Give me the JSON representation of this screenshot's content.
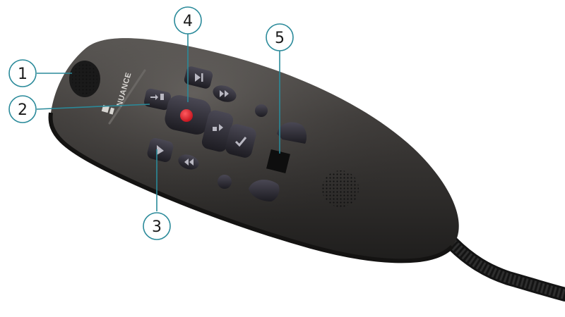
{
  "brand": {
    "name": "NUANCE"
  },
  "colors": {
    "body": "#3a3836",
    "button": "#2b2b33",
    "record": "#e2212b",
    "callout": "#2a8a9a"
  },
  "callouts": [
    {
      "number": "1",
      "target": "microphone"
    },
    {
      "number": "2",
      "target": "tab-button"
    },
    {
      "number": "3",
      "target": "left-button"
    },
    {
      "number": "4",
      "target": "record-button"
    },
    {
      "number": "5",
      "target": "touchpad-button"
    }
  ],
  "icons": [
    "microphone-grille-icon",
    "skip-end-icon",
    "fast-forward-icon",
    "tab-icon",
    "record-icon",
    "play-stop-icon",
    "check-icon",
    "eol-icon",
    "rewind-icon",
    "speaker-grille-icon",
    "nuance-logo-icon"
  ]
}
